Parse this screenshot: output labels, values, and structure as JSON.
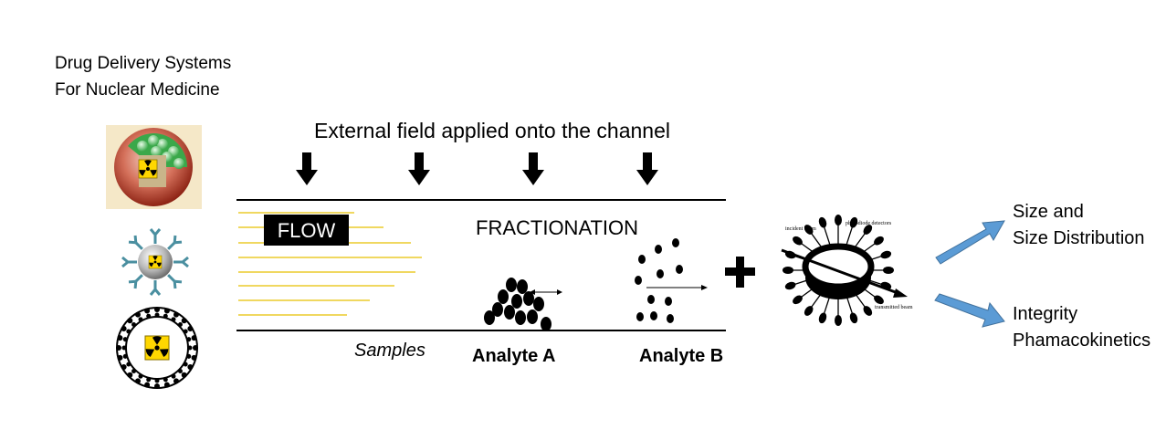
{
  "title": {
    "line1": "Drug Delivery Systems",
    "line2": "For Nuclear Medicine"
  },
  "channel": {
    "heading": "External field applied onto the channel",
    "flow_label": "FLOW",
    "fractionation_label": "FRACTIONATION",
    "samples_label": "Samples",
    "analyte_a_label": "Analyte A",
    "analyte_b_label": "Analyte B"
  },
  "detector": {
    "label_top": "photodiode detectors",
    "label_left": "incident beam",
    "label_bottom": "transmitted beam"
  },
  "outputs": {
    "top_line1": "Size and",
    "top_line2": "Size Distribution",
    "bottom_line1": "Integrity",
    "bottom_line2": "Phamacokinetics"
  },
  "colors": {
    "flow_lines": "#e8c100",
    "arrow_blue": "#5b9bd5",
    "arrow_blue_edge": "#41719c",
    "radiation_yellow": "#ffd700",
    "micelle_green": "#3aa84a",
    "sphere_red": "#b23a2a",
    "antibody_teal": "#4a8fa0"
  },
  "icons": [
    "nanoparticle-micelle-icon",
    "antibody-nanoparticle-icon",
    "liposome-icon",
    "radiation-symbol-icon",
    "light-scattering-detector-icon"
  ]
}
